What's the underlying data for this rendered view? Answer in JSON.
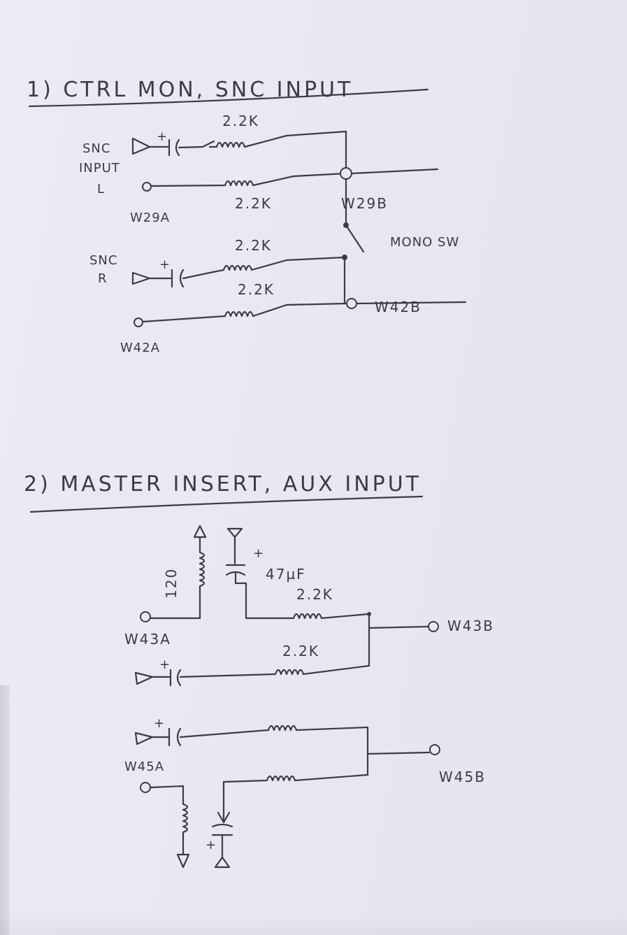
{
  "section1": {
    "heading": "1) CTRL MON, SNC INPUT",
    "snc_input_label": "SNC",
    "input_label": "INPUT",
    "left_label": "L",
    "snc_r_label": "SNC",
    "right_label": "R",
    "resistor_top_label": "2.2K",
    "resistor_l_label": "2.2K",
    "resistor_r1_label": "2.2K",
    "resistor_r2_label": "2.2K",
    "w29a_label": "W29A",
    "w29b_label": "W29B",
    "mono_sw_label": "MONO SW",
    "w42b_label": "W42B",
    "w42a_label": "W42A",
    "plus_sign": "+"
  },
  "section2": {
    "heading": "2) MASTER INSERT, AUX INPUT",
    "r120_label": "120",
    "cap_label": "47µF",
    "resistor_a_label": "2.2K",
    "resistor_b_label": "2.2K",
    "w43a_label": "W43A",
    "w43b_label": "W43B",
    "w45a_label": "W45A",
    "w45b_label": "W45B",
    "plus_sign": "+"
  }
}
